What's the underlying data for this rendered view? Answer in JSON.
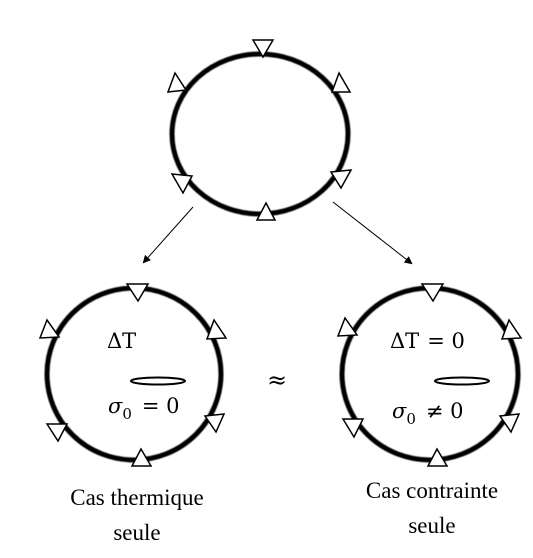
{
  "diagram": {
    "top_circle": {
      "name": "initial-state"
    },
    "left_case": {
      "delta_label": "ΔT",
      "delta_label_suffix": "",
      "sigma_symbol": "σ",
      "sigma_subscript": "0",
      "sigma_relation": "= 0",
      "caption_line1": "Cas thermique",
      "caption_line2": "seule"
    },
    "right_case": {
      "delta_label": "ΔT",
      "delta_label_suffix": "= 0",
      "sigma_symbol": "σ",
      "sigma_subscript": "0",
      "sigma_relation": "≠ 0",
      "caption_line1": "Cas contrainte",
      "caption_line2": "seule"
    },
    "equivalence_symbol": "≈"
  }
}
